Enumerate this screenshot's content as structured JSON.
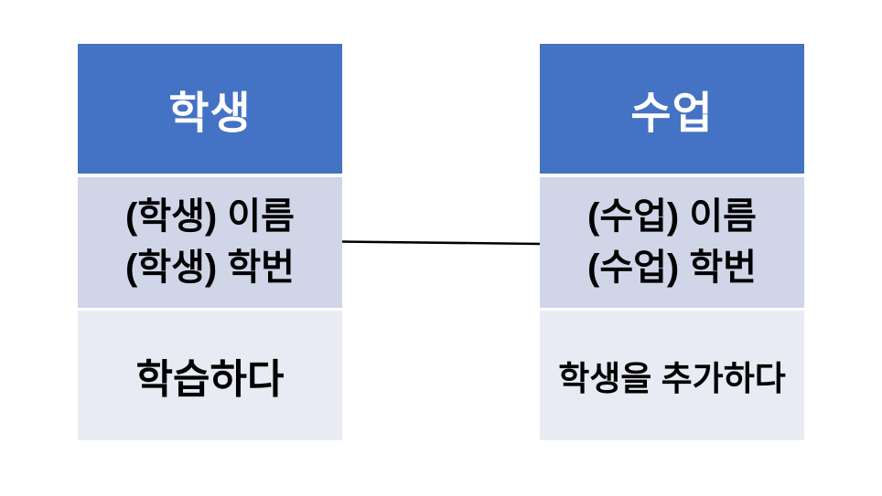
{
  "diagram": {
    "entities": [
      {
        "title": "학생",
        "attributes": [
          "(학생) 이름",
          "(학생) 학번"
        ],
        "operation": "학습하다"
      },
      {
        "title": "수업",
        "attributes": [
          "(수업) 이름",
          "(수업) 학번"
        ],
        "operation": "학생을 추가하다"
      }
    ],
    "connector": {
      "from": "학생",
      "to": "수업",
      "style": "solid"
    }
  },
  "colors": {
    "header-bg": "#4472C4",
    "header-text": "#FFFFFF",
    "attributes-bg": "#D0D5E8",
    "operation-bg": "#E9EBF4",
    "body-text": "#000000",
    "connector": "#000000",
    "canvas-bg": "#FFFFFF"
  }
}
